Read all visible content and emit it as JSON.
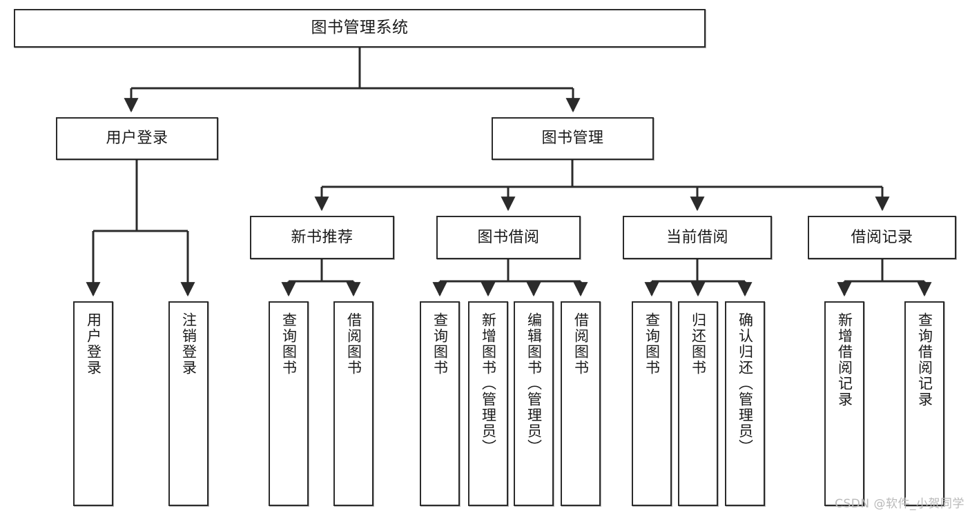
{
  "diagram": {
    "title": "图书管理系统",
    "type": "tree-hierarchy-diagram",
    "watermark": "CSDN @软件_小贺同学",
    "colors": {
      "box_border": "#2b2b2b",
      "box_fill": "#ffffff",
      "connector": "#2b2b2b",
      "text": "#1a1a1a",
      "watermark": "#b9b9b9"
    }
  },
  "nodes": {
    "root": {
      "label": "图书管理系统"
    },
    "level2": [
      {
        "label": "用户登录"
      },
      {
        "label": "图书管理"
      }
    ],
    "level3": [
      {
        "label": "新书推荐"
      },
      {
        "label": "图书借阅"
      },
      {
        "label": "当前借阅"
      },
      {
        "label": "借阅记录"
      }
    ],
    "leaves_user_login": [
      {
        "label": "用户登录"
      },
      {
        "label": "注销登录"
      }
    ],
    "leaves_new_book": [
      {
        "label": "查询图书"
      },
      {
        "label": "借阅图书"
      }
    ],
    "leaves_book_borrow": [
      {
        "label": "查询图书"
      },
      {
        "label": "新增图书（管理员）"
      },
      {
        "label": "编辑图书（管理员）"
      },
      {
        "label": "借阅图书"
      }
    ],
    "leaves_current_borrow": [
      {
        "label": "查询图书"
      },
      {
        "label": "归还图书"
      },
      {
        "label": "确认归还（管理员）"
      }
    ],
    "leaves_borrow_record": [
      {
        "label": "新增借阅记录"
      },
      {
        "label": "查询借阅记录"
      }
    ]
  }
}
